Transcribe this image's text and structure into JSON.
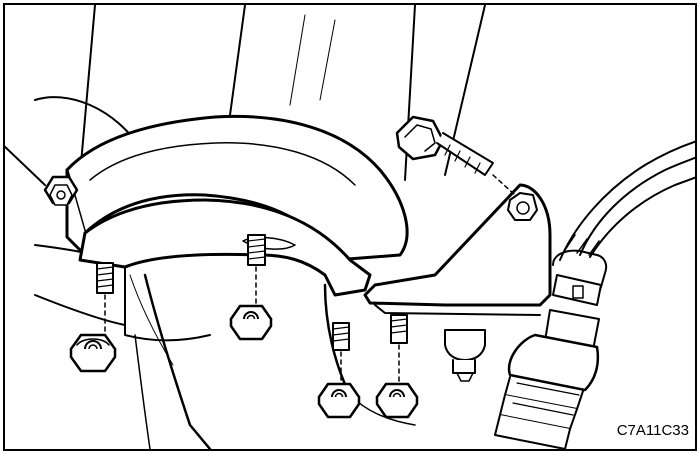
{
  "figure": {
    "code": "C7A11C33",
    "line_color": "#000000",
    "fill_color": "#ffffff",
    "parts": [
      "exhaust-manifold",
      "manifold-flange",
      "flange-studs",
      "flange-nuts",
      "support-bracket",
      "bracket-bolt",
      "oxygen-sensor",
      "sensor-wiring",
      "manifold-bolt"
    ]
  }
}
